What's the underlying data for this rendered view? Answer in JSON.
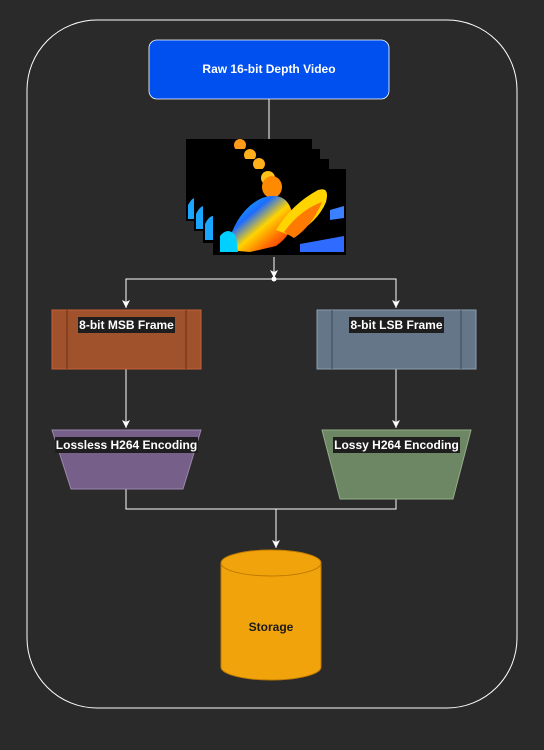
{
  "diagram": {
    "nodes": {
      "raw_video": {
        "label": "Raw 16-bit Depth Video",
        "fill": "#0050ef"
      },
      "depth_frames": {
        "icon": "depth-frame-stack-icon"
      },
      "msb_frame": {
        "label": "8-bit MSB Frame",
        "fill": "#a0522d"
      },
      "lsb_frame": {
        "label": "8-bit LSB Frame",
        "fill": "#647687"
      },
      "lossless_encoding": {
        "label": "Lossless H264 Encoding",
        "fill": "#76608a"
      },
      "lossy_encoding": {
        "label": "Lossy H264 Encoding",
        "fill": "#6d8764"
      },
      "storage": {
        "label": "Storage",
        "fill": "#f0a30a"
      }
    },
    "edges": [
      {
        "from": "raw_video",
        "to": "depth_frames"
      },
      {
        "from": "depth_frames",
        "to": "msb_frame"
      },
      {
        "from": "depth_frames",
        "to": "lsb_frame"
      },
      {
        "from": "msb_frame",
        "to": "lossless_encoding"
      },
      {
        "from": "lsb_frame",
        "to": "lossy_encoding"
      },
      {
        "from": "lossless_encoding",
        "to": "storage"
      },
      {
        "from": "lossy_encoding",
        "to": "storage"
      }
    ],
    "colors": {
      "background": "#2a2a2a",
      "edge": "#ffffff",
      "container_border": "#ffffff"
    }
  }
}
